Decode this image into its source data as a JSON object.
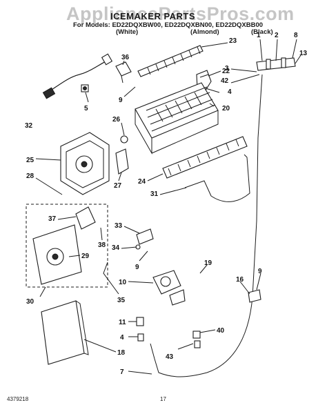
{
  "watermark": "AppliancePartsPros.com",
  "header": {
    "title": "ICEMAKER PARTS",
    "models_line": "For Models: ED22DQXBW00, ED22DQXBN00, ED22DQXBB00",
    "colors": [
      "(White)",
      "(Almond)",
      "(Black)"
    ]
  },
  "footer": {
    "doc_number": "4379218",
    "page_number": "17"
  },
  "callouts": [
    "1",
    "2",
    "8",
    "13",
    "23",
    "36",
    "3",
    "42",
    "22",
    "4",
    "9",
    "5",
    "20",
    "32",
    "26",
    "25",
    "28",
    "27",
    "24",
    "31",
    "37",
    "33",
    "38",
    "34",
    "29",
    "9",
    "19",
    "10",
    "9",
    "16",
    "30",
    "35",
    "11",
    "4",
    "40",
    "43",
    "18",
    "7"
  ]
}
